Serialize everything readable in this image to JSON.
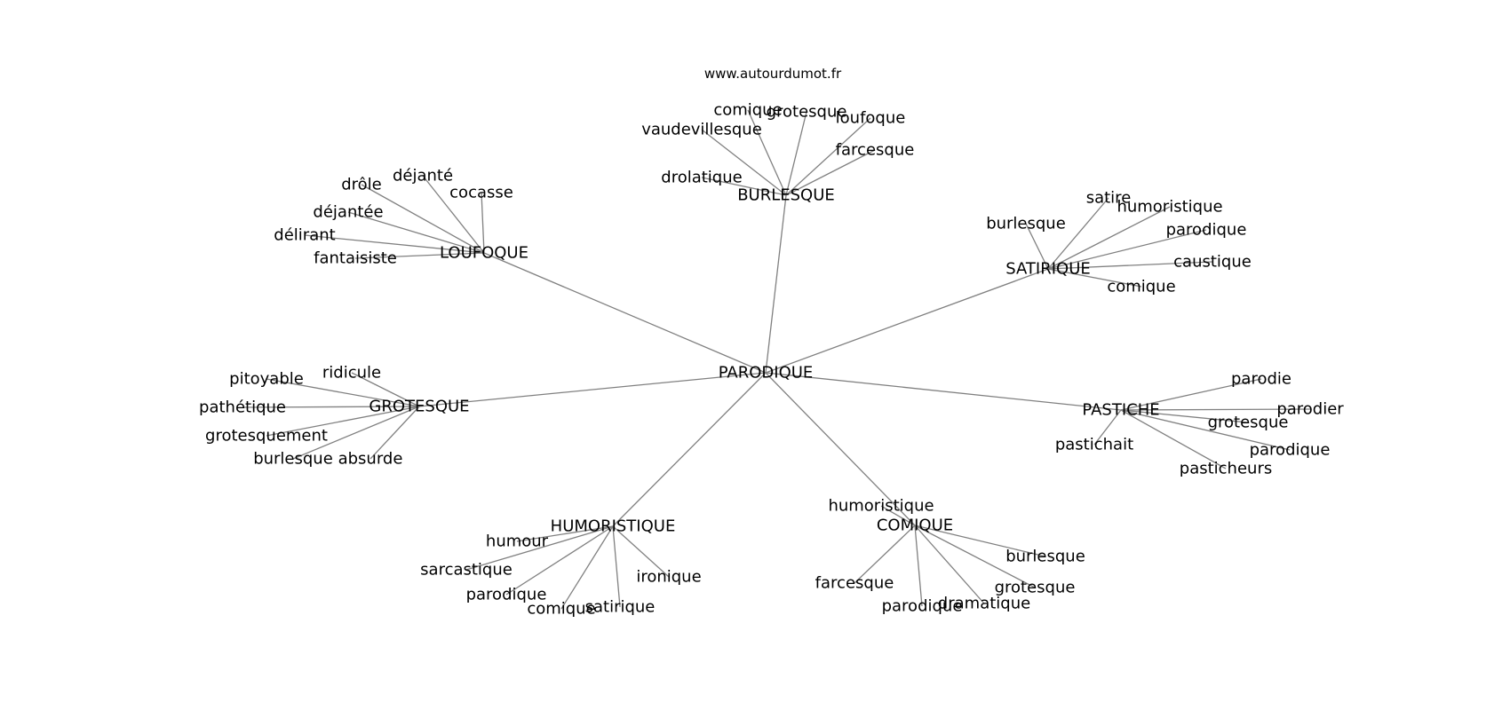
{
  "header": {
    "site": "www.autourdumot.fr"
  },
  "style": {
    "edge_color": "#808080",
    "text_color": "#000000",
    "background": "#ffffff"
  },
  "graph": {
    "center": "PARODIQUE",
    "groups": [
      {
        "label": "BURLESQUE",
        "leaves": [
          "vaudevillesque",
          "comique",
          "grotesque",
          "loufoque",
          "farcesque",
          "drolatique"
        ]
      },
      {
        "label": "LOUFOQUE",
        "leaves": [
          "drôle",
          "déjanté",
          "cocasse",
          "déjantée",
          "délirant",
          "fantaisiste"
        ]
      },
      {
        "label": "SATIRIQUE",
        "leaves": [
          "burlesque",
          "satire",
          "humoristique",
          "parodique",
          "caustique",
          "comique"
        ]
      },
      {
        "label": "GROTESQUE",
        "leaves": [
          "pitoyable",
          "ridicule",
          "pathétique",
          "grotesquement",
          "burlesque",
          "absurde"
        ]
      },
      {
        "label": "PASTICHE",
        "leaves": [
          "parodie",
          "parodier",
          "grotesque",
          "parodique",
          "pastichait",
          "pasticheurs"
        ]
      },
      {
        "label": "HUMORISTIQUE",
        "leaves": [
          "humour",
          "sarcastique",
          "parodique",
          "comique",
          "satirique",
          "ironique"
        ]
      },
      {
        "label": "COMIQUE",
        "leaves": [
          "humoristique",
          "burlesque",
          "grotesque",
          "farcesque",
          "parodique",
          "dramatique"
        ]
      }
    ]
  }
}
